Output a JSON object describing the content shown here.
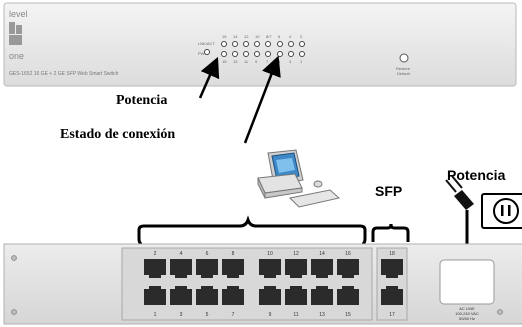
{
  "front_panel": {
    "brand_line1": "level",
    "brand_line2": "one",
    "model": "GES-1652  16 GE + 2 GE SFP Web Smart Switch",
    "led_top_numbers": [
      "16",
      "14",
      "12",
      "10",
      "8/7",
      "6",
      "4",
      "2"
    ],
    "led_bottom_numbers": [
      "15",
      "13",
      "11",
      "9",
      "7",
      "5",
      "3",
      "1"
    ],
    "led_label_top": "LNK/ACT",
    "led_label_bottom": "PWR",
    "reset_label_line1": "Restore",
    "reset_label_line2": "Default"
  },
  "callouts": {
    "power_front": "Potencia",
    "link_status": "Estado de conexión",
    "power_rear": "Potencia",
    "sfp": "SFP"
  },
  "rear_panel": {
    "top_port_numbers": [
      "2",
      "4",
      "6",
      "8",
      "10",
      "12",
      "14",
      "16"
    ],
    "bottom_port_numbers": [
      "1",
      "3",
      "5",
      "7",
      "9",
      "11",
      "13",
      "15"
    ],
    "sfp_top": "18",
    "sfp_bottom": "17",
    "ac_label_line1": "AC LINE",
    "ac_label_line2": "100-240 VAC",
    "ac_label_line3": "50/60 Hz"
  }
}
